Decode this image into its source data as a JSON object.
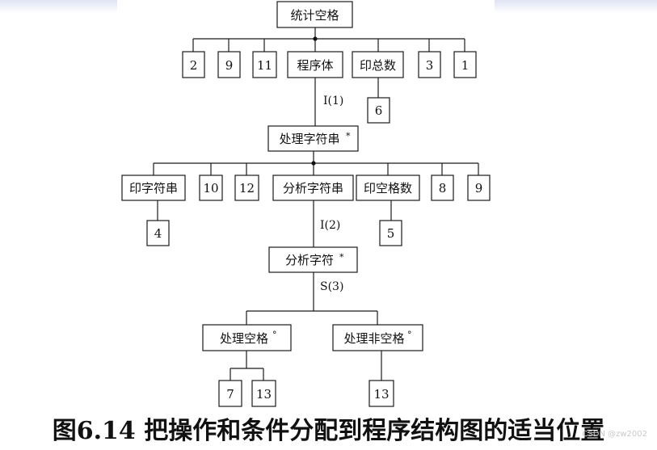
{
  "diagram": {
    "nodes": {
      "root": "统计空格",
      "n2": "2",
      "n9a": "9",
      "n11": "11",
      "body": "程序体",
      "print_total": "印总数",
      "n3": "3",
      "n1": "1",
      "n6": "6",
      "process_string": "处理字符串",
      "print_string": "印字符串",
      "n10": "10",
      "n12": "12",
      "analyze_string": "分析字符串",
      "print_space_count": "印空格数",
      "n8": "8",
      "n9b": "9",
      "n4": "4",
      "n5": "5",
      "analyze_char": "分析字符",
      "process_space": "处理空格",
      "process_nonspace": "处理非空格",
      "n7": "7",
      "n13a": "13",
      "n13b": "13"
    },
    "markers": {
      "iteration": "*",
      "selection": "°"
    },
    "conditions": {
      "c1": "I(1)",
      "c2": "I(2)",
      "c3": "S(3)"
    }
  },
  "caption": "图6.14 把操作和条件分配到程序结构图的适当位置",
  "watermark": "CSDN @zw2002"
}
